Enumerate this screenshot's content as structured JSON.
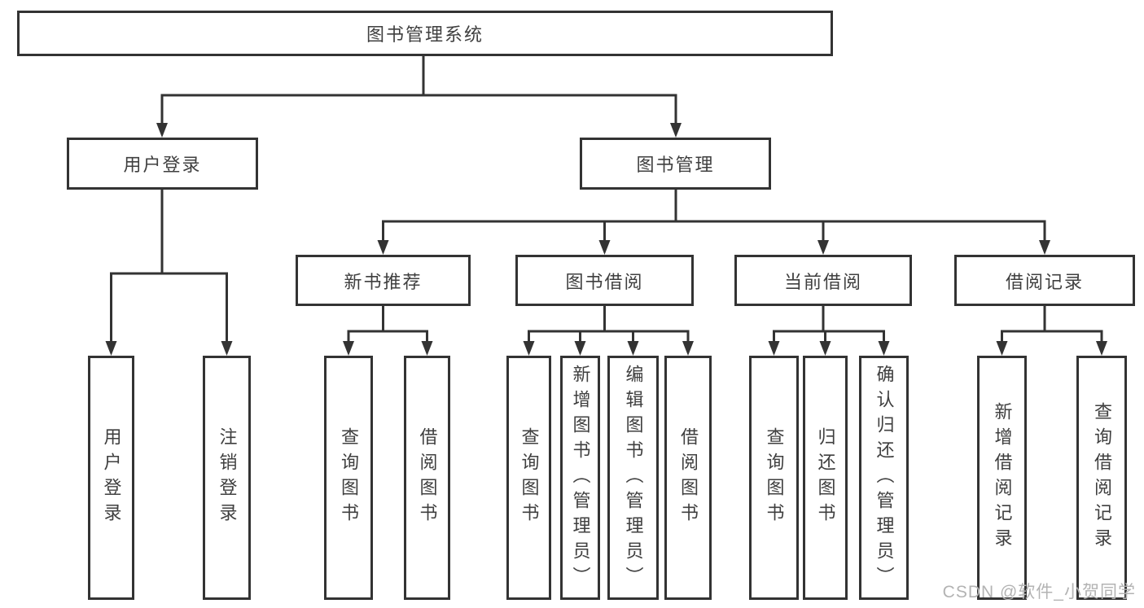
{
  "diagram": {
    "title": "图书管理系统",
    "watermark": "CSDN @软件_小贺同学",
    "colors": {
      "line": "#333333",
      "box_border": "#333333",
      "text": "#3f3f3f",
      "background": "#ffffff",
      "watermark": "#b3b3b3"
    },
    "nodes": {
      "root": {
        "label": "图书管理系统"
      },
      "user_login": {
        "label": "用户登录"
      },
      "book_mgmt": {
        "label": "图书管理"
      },
      "new_book_rec": {
        "label": "新书推荐"
      },
      "book_borrow": {
        "label": "图书借阅"
      },
      "current_borrow": {
        "label": "当前借阅"
      },
      "borrow_record": {
        "label": "借阅记录"
      },
      "ul_user_login": {
        "label": "用户登录"
      },
      "ul_logout": {
        "label": "注销登录"
      },
      "nbr_query_book": {
        "label": "查询图书"
      },
      "nbr_borrow_book": {
        "label": "借阅图书"
      },
      "bb_query_book": {
        "label": "查询图书"
      },
      "bb_add_book": {
        "label": "新增图书（管理员）"
      },
      "bb_edit_book": {
        "label": "编辑图书（管理员）"
      },
      "bb_borrow_book": {
        "label": "借阅图书"
      },
      "cb_query_book": {
        "label": "查询图书"
      },
      "cb_return_book": {
        "label": "归还图书"
      },
      "cb_confirm_return": {
        "label": "确认归还（管理员）"
      },
      "br_add_record": {
        "label": "新增借阅记录"
      },
      "br_query_record": {
        "label": "查询借阅记录"
      }
    },
    "edges": [
      {
        "from": "root",
        "to": "user_login"
      },
      {
        "from": "root",
        "to": "book_mgmt"
      },
      {
        "from": "user_login",
        "to": "ul_user_login"
      },
      {
        "from": "user_login",
        "to": "ul_logout"
      },
      {
        "from": "book_mgmt",
        "to": "new_book_rec"
      },
      {
        "from": "book_mgmt",
        "to": "book_borrow"
      },
      {
        "from": "book_mgmt",
        "to": "current_borrow"
      },
      {
        "from": "book_mgmt",
        "to": "borrow_record"
      },
      {
        "from": "new_book_rec",
        "to": "nbr_query_book"
      },
      {
        "from": "new_book_rec",
        "to": "nbr_borrow_book"
      },
      {
        "from": "book_borrow",
        "to": "bb_query_book"
      },
      {
        "from": "book_borrow",
        "to": "bb_add_book"
      },
      {
        "from": "book_borrow",
        "to": "bb_edit_book"
      },
      {
        "from": "book_borrow",
        "to": "bb_borrow_book"
      },
      {
        "from": "current_borrow",
        "to": "cb_query_book"
      },
      {
        "from": "current_borrow",
        "to": "cb_return_book"
      },
      {
        "from": "current_borrow",
        "to": "cb_confirm_return"
      },
      {
        "from": "borrow_record",
        "to": "br_add_record"
      },
      {
        "from": "borrow_record",
        "to": "br_query_record"
      }
    ]
  }
}
